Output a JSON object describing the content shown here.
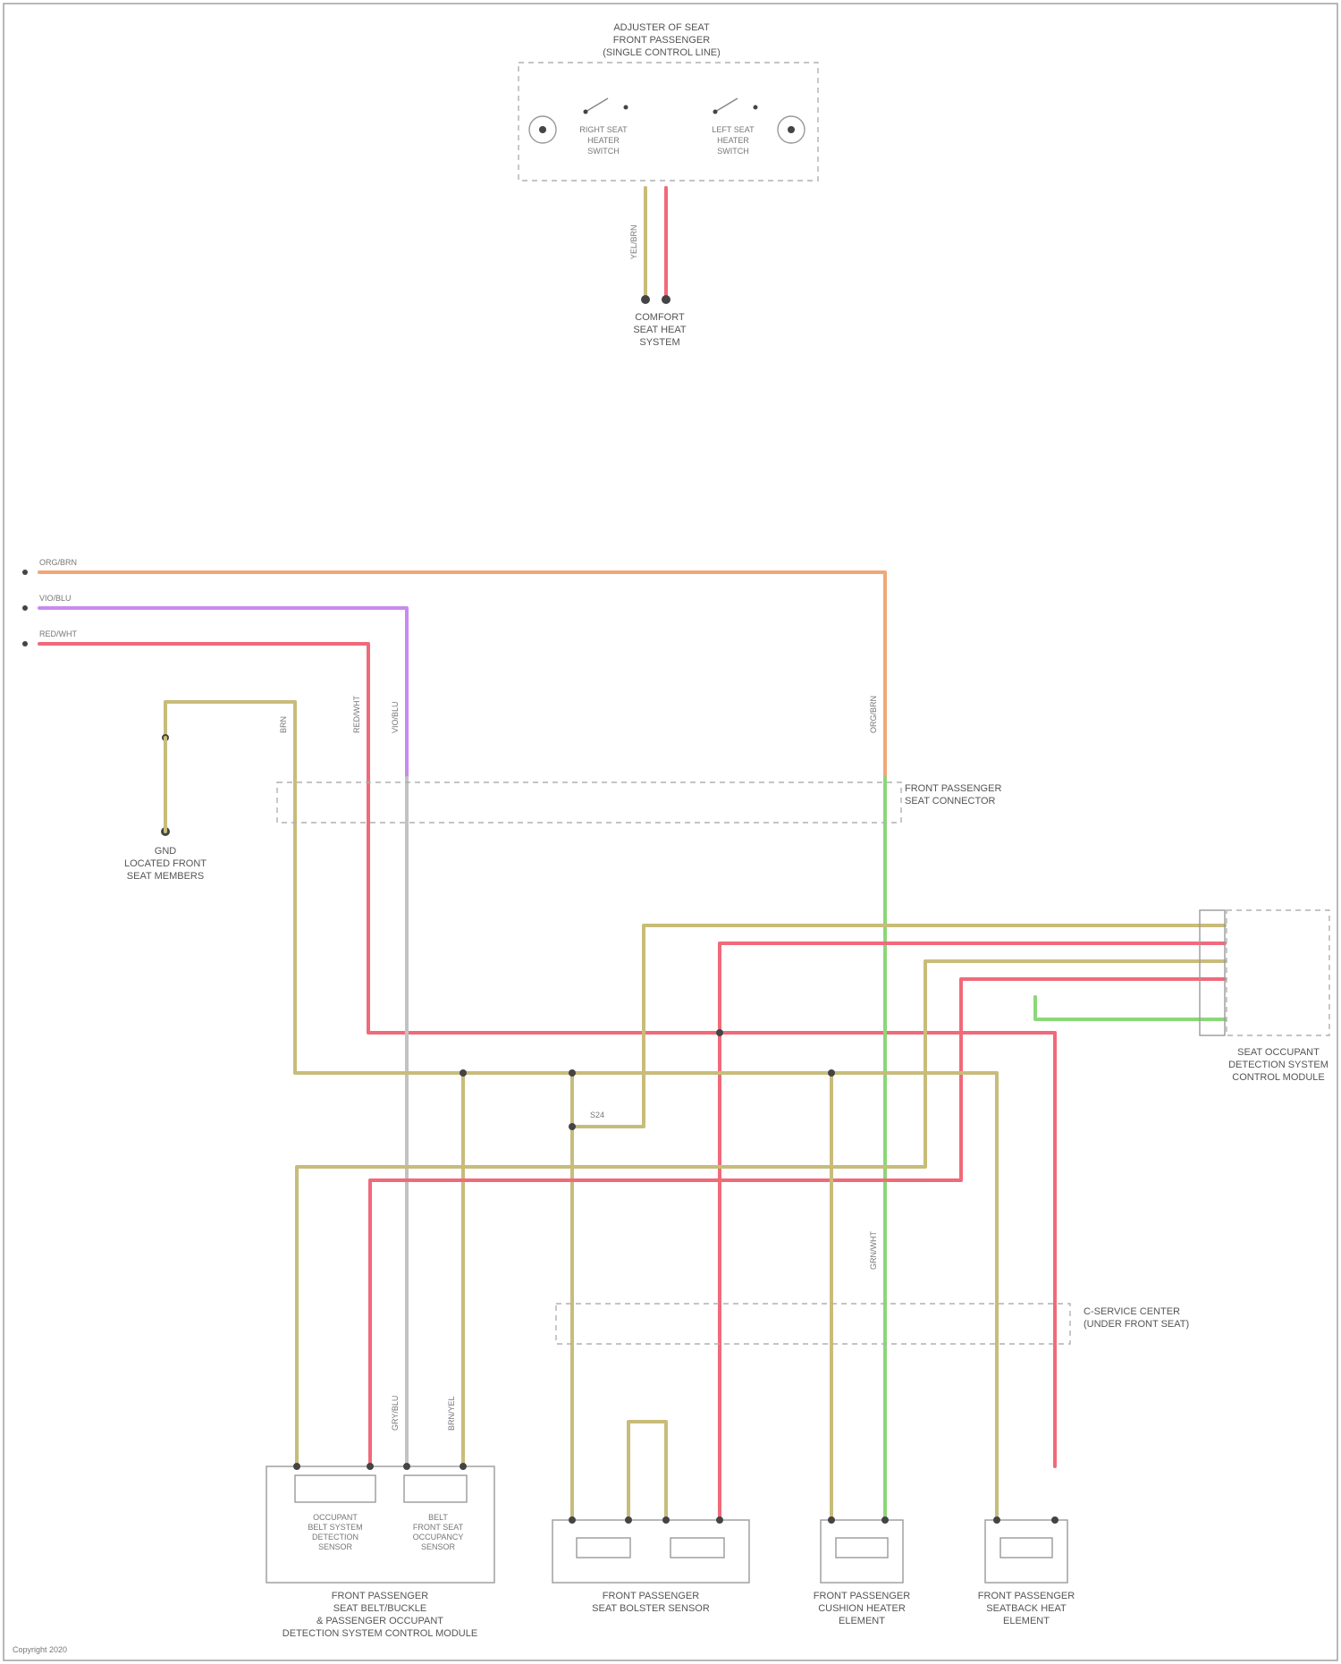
{
  "colors": {
    "orange": "#f0a878",
    "violet": "#c98af0",
    "red": "#f06a7a",
    "tan": "#c8bc7a",
    "green": "#8ad878",
    "gray": "#c2c2c2",
    "outline": "#9a9a9a"
  },
  "wire_legend": [
    {
      "label": "ORG/BRN",
      "color": "orange"
    },
    {
      "label": "VIO/BLU",
      "color": "violet"
    },
    {
      "label": "RED/WHT",
      "color": "red"
    }
  ],
  "labels": {
    "top_module": [
      "ADJUSTER OF SEAT",
      "FRONT PASSENGER",
      "(SINGLE CONTROL LINE)"
    ],
    "right_switch": [
      "RIGHT SEAT",
      "HEATER",
      "SWITCH"
    ],
    "left_switch": [
      "LEFT SEAT",
      "HEATER",
      "SWITCH"
    ],
    "bottom_top": [
      "COMFORT",
      "SEAT HEAT",
      "SYSTEM"
    ],
    "ground": [
      "GND",
      "LOCATED FRONT",
      "SEAT MEMBERS"
    ],
    "connector_1": [
      "FRONT PASSENGER",
      "SEAT CONNECTOR"
    ],
    "module_right": [
      "SEAT OCCUPANT",
      "DETECTION SYSTEM",
      "CONTROL MODULE"
    ],
    "splice": "S24",
    "connector_2": [
      "C-SERVICE CENTER",
      "(UNDER FRONT SEAT)"
    ],
    "sensor_group_1": [
      "OCCUPANT",
      "BELT SYSTEM",
      "DETECTION",
      "SENSOR"
    ],
    "sensor_group_1b": [
      "BELT",
      "FRONT SEAT",
      "OCCUPANCY",
      "SENSOR"
    ],
    "assembly_left": [
      "FRONT PASSENGER",
      "SEAT BELT/BUCKLE",
      "& PASSENGER OCCUPANT",
      "DETECTION SYSTEM CONTROL MODULE"
    ],
    "assembly_center": [
      "FRONT PASSENGER",
      "SEAT BOLSTER SENSOR"
    ],
    "assembly_heater": [
      "FRONT PASSENGER",
      "CUSHION HEATER",
      "ELEMENT"
    ],
    "assembly_back": [
      "FRONT PASSENGER",
      "SEATBACK HEAT",
      "ELEMENT"
    ],
    "footer": "Copyright 2020"
  },
  "wire_labels": {
    "top_a": "YEL/BRN",
    "top_b": "RED/WHT",
    "tan_a": "BRN",
    "tan_b": "BRN/YEL",
    "red_a": "RED/WHT",
    "vio_a": "VIO/BLU",
    "org_a": "ORG/BRN",
    "grn_a": "GRN/WHT",
    "gray_a": "GRY/BLU"
  }
}
